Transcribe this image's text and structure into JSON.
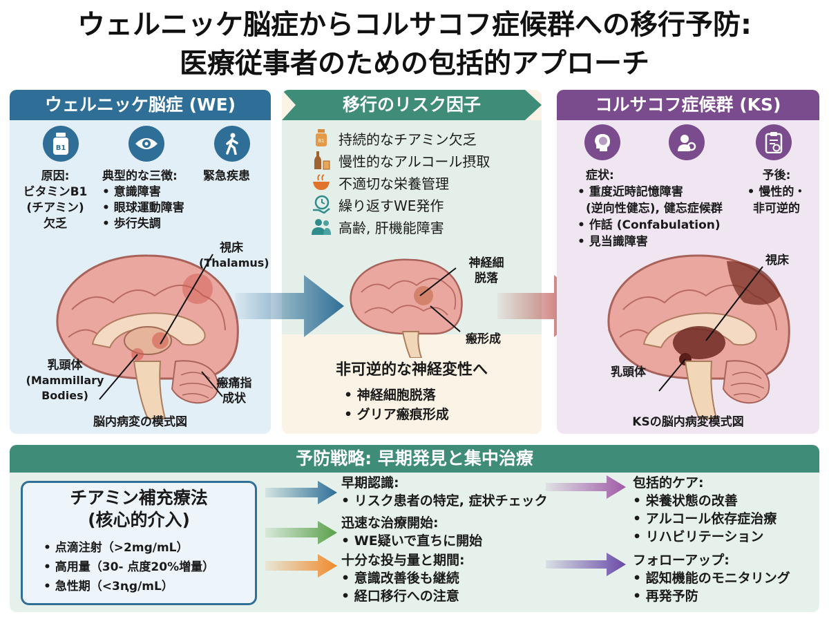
{
  "title": {
    "line1": "ウェルニッケ脳症からコルサコフ症候群への移行予防:",
    "line2": "医療従事者のための包括的アプローチ"
  },
  "we_panel": {
    "header": "ウェルニッケ脳症 (WE)",
    "icons": [
      "vitamin-bottle-icon",
      "eye-icon",
      "walking-person-icon"
    ],
    "cause": [
      "原因:",
      "ビタミンB1",
      "(チアミン)",
      "欠乏"
    ],
    "triad_title": "典型的な三徴:",
    "triad": [
      "• 意識障害",
      "• 眼球運動障害",
      "• 歩行失調"
    ],
    "emergency": "緊急疾患",
    "labels": {
      "thalamus": "視床",
      "thalamus_en": "(Thalamus)",
      "mammillary": "乳頭体",
      "mammillary_en1": "(Mammillary",
      "mammillary_en2": "Bodies)",
      "scar1": "瘢痛指",
      "scar2": "成状"
    },
    "caption": "脳内病変の模式図"
  },
  "risk_panel": {
    "header": "移行のリスク因子",
    "items": [
      "持続的なチアミン欠乏",
      "慢性的なアルコール摂取",
      "不適切な栄養管理",
      "繰り返すWE発作",
      "高齢, 肝機能障害"
    ],
    "label_loss1": "神経細",
    "label_loss2": "脱落",
    "label_scar": "瘢形成",
    "bottom_title": "非可逆的な神経変性へ",
    "bottom_items": [
      "• 神経細胞脱落",
      "• グリア瘢痕形成"
    ]
  },
  "ks_panel": {
    "header": "コルサコフ症候群 (KS)",
    "icons": [
      "head-brain-icon",
      "person-search-icon",
      "clipboard-check-icon"
    ],
    "symptoms_title": "症状:",
    "symptoms": [
      "• 重度近時記憶障害",
      "(逆向性健忘), 健忘症候群",
      "• 作話 (Confabulation)",
      "• 見当識障害"
    ],
    "prognosis": [
      "予後:",
      "• 慢性的・",
      "非可逆的"
    ],
    "label_thalamus": "視床",
    "label_mammillary": "乳頭体",
    "caption": "KSの脳内病変模式図"
  },
  "prevention": {
    "header": "予防戦略: 早期発見と集中治療",
    "thiamine": {
      "title1": "チアミン補充療法",
      "title2": "(核心的介入)",
      "items": [
        "• 点滴注射（>2mg/mL）",
        "• 高用量（30- 点度20%増量）",
        "• 急性期（<3ꞑg/mL）"
      ]
    },
    "steps": [
      {
        "title": "早期認識:",
        "items": [
          "• リスク患者の特定, 症状チェック"
        ]
      },
      {
        "title": "迅速な治療開始:",
        "items": [
          "• WE疑いで直ちに開始"
        ]
      },
      {
        "title": "十分な投与量と期間:",
        "items": [
          "• 意識改善後も継続",
          "• 経口移行への注意"
        ]
      }
    ],
    "care": {
      "title": "包括的ケア:",
      "items": [
        "• 栄養状態の改善",
        "• アルコール依存症治療",
        "• リハビリテーション"
      ]
    },
    "followup": {
      "title": "フォローアップ:",
      "items": [
        "• 認知機能のモニタリング",
        "• 再発予防"
      ]
    }
  },
  "colors": {
    "we_blue": "#2f6f97",
    "risk_green": "#3f8c79",
    "ks_purple": "#7b4c8d",
    "arrow_green": "#5aa04a",
    "arrow_orange": "#f08a2c",
    "lesion_red": "#c94a3a"
  }
}
